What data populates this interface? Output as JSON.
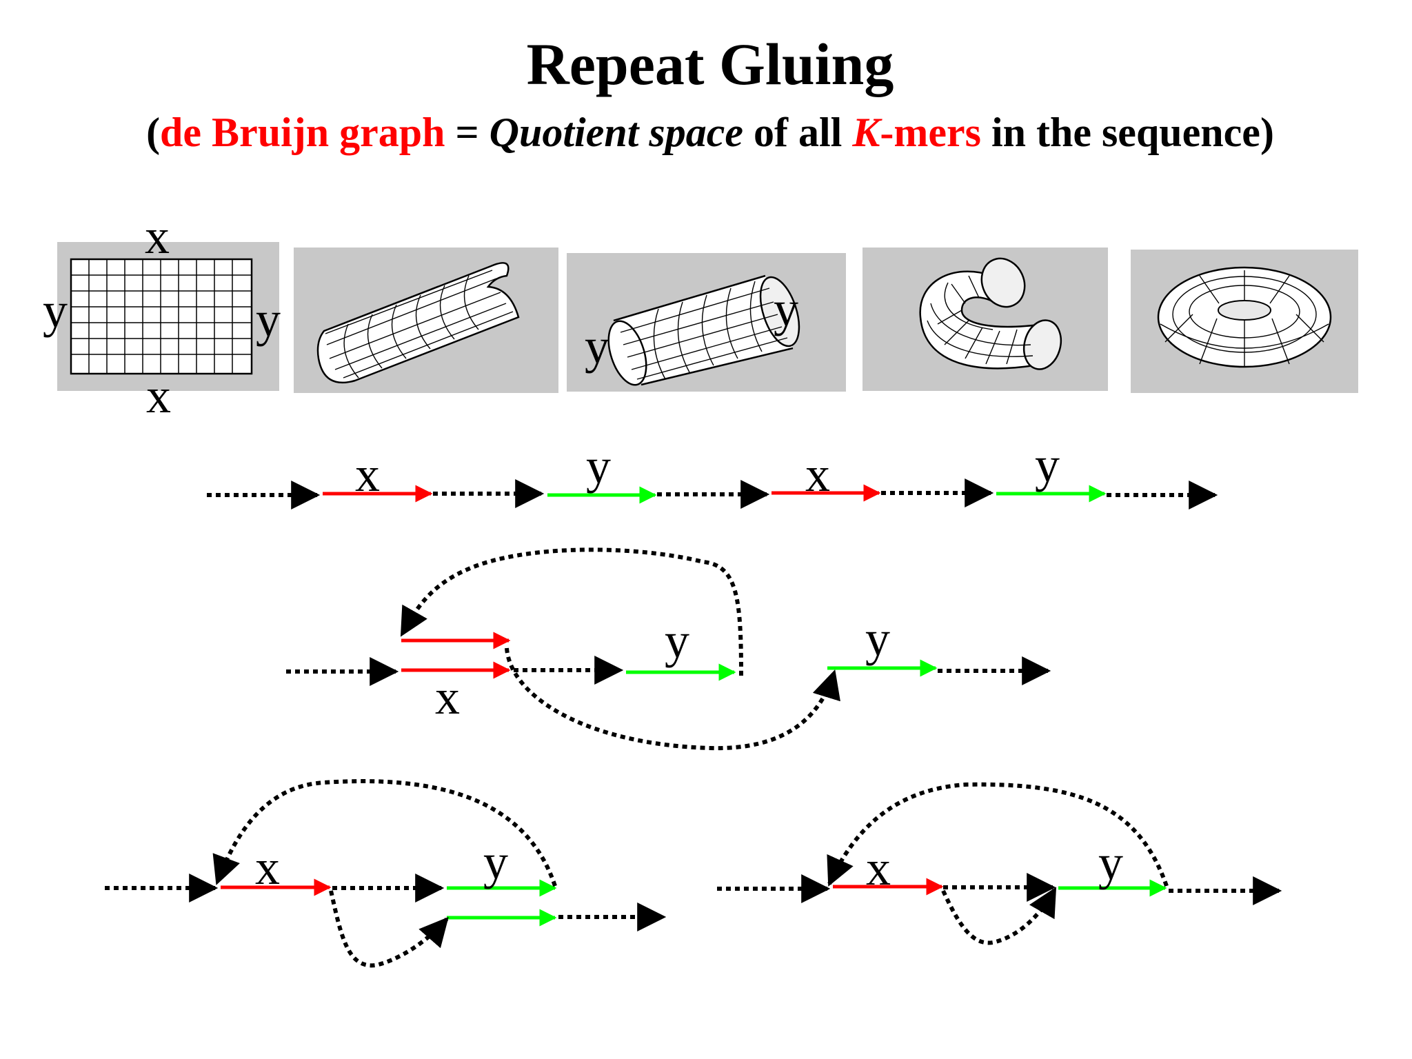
{
  "title": "Repeat Gluing",
  "subtitle": {
    "open_paren": "(",
    "term1": "de Bruijn graph",
    "eq": " = ",
    "term2": "Quotient space",
    "of_all": " of all ",
    "k": "K",
    "mers": "-mers",
    "rest": " in the sequence)"
  },
  "labels": {
    "x": "x",
    "y": "y"
  },
  "colors": {
    "repeat_x": "#ff0000",
    "repeat_y": "#00ff00",
    "accent_text": "#ff0000",
    "path": "#000000",
    "panel_bg": "#c8c8c8"
  },
  "icons": [
    "grid-rectangle",
    "open-cylinder",
    "closed-cylinder",
    "bent-tube",
    "torus"
  ]
}
